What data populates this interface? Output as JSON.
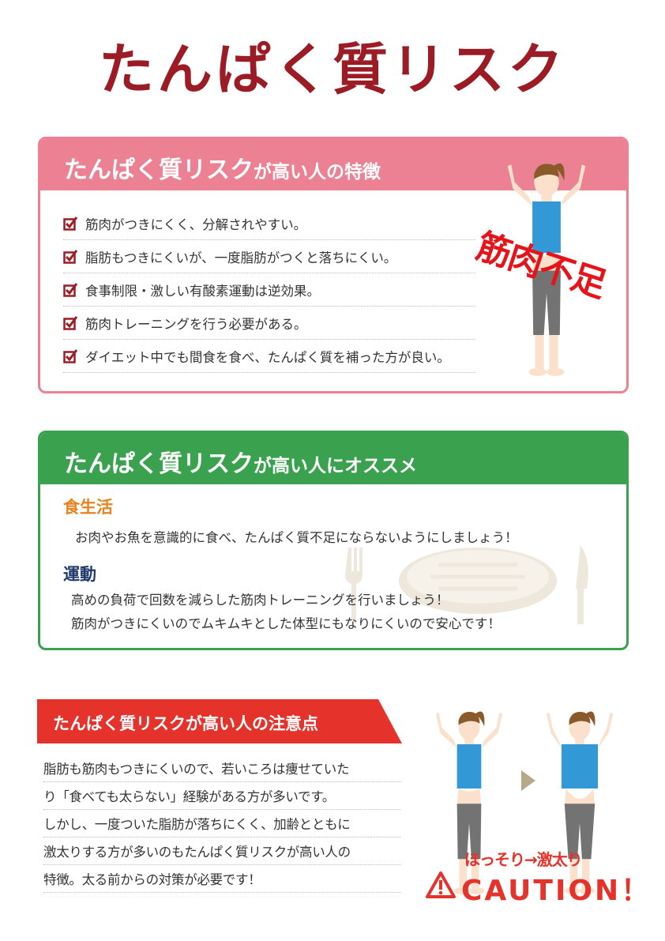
{
  "title": "たんぱく質リスク",
  "features": {
    "heading_main": "たんぱく質リスク",
    "heading_rest": "が高い人の特徴",
    "items": [
      "筋肉がつきにくく、分解されやすい。",
      "脂肪もつきにくいが、一度脂肪がつくと落ちにくい。",
      "食事制限・激しい有酸素運動は逆効果。",
      "筋肉トレーニングを行う必要がある。",
      "ダイエット中でも間食を食べ、たんぱく質を補った方が良い。"
    ],
    "stamp": "筋肉不足"
  },
  "recommend": {
    "heading_main": "たんぱく質リスク",
    "heading_rest": "が高い人にオススメ",
    "diet_label": "食生活",
    "diet_text": "お肉やお魚を意識的に食べ、たんぱく質不足にならないようにしましょう！",
    "exercise_label": "運動",
    "exercise_lines": [
      "高めの負荷で回数を減らした筋肉トレーニングを行いましょう！",
      "筋肉がつきにくいのでムキムキとした体型にもなりにくいので安心です！"
    ]
  },
  "caution": {
    "heading": "たんぱく質リスクが高い人の注意点",
    "lines": [
      "脂肪も筋肉もつきにくいので、若いころは痩せていた",
      "り「食べても太らない」経験がある方が多いです。",
      "しかし、一度ついた脂肪が落ちにくく、加齢とともに",
      "激太りする方が多いのもたんぱく質リスクが高い人の",
      "特徴。太る前からの対策が必要です！"
    ],
    "change_label": "ほっそり→激太り",
    "caution_label": "CAUTION！"
  },
  "colors": {
    "title": "#9b1c24",
    "pink": "#ec8193",
    "green": "#3aa24f",
    "red": "#e5322b",
    "orange": "#e8821e",
    "navy": "#1f3a6b"
  }
}
